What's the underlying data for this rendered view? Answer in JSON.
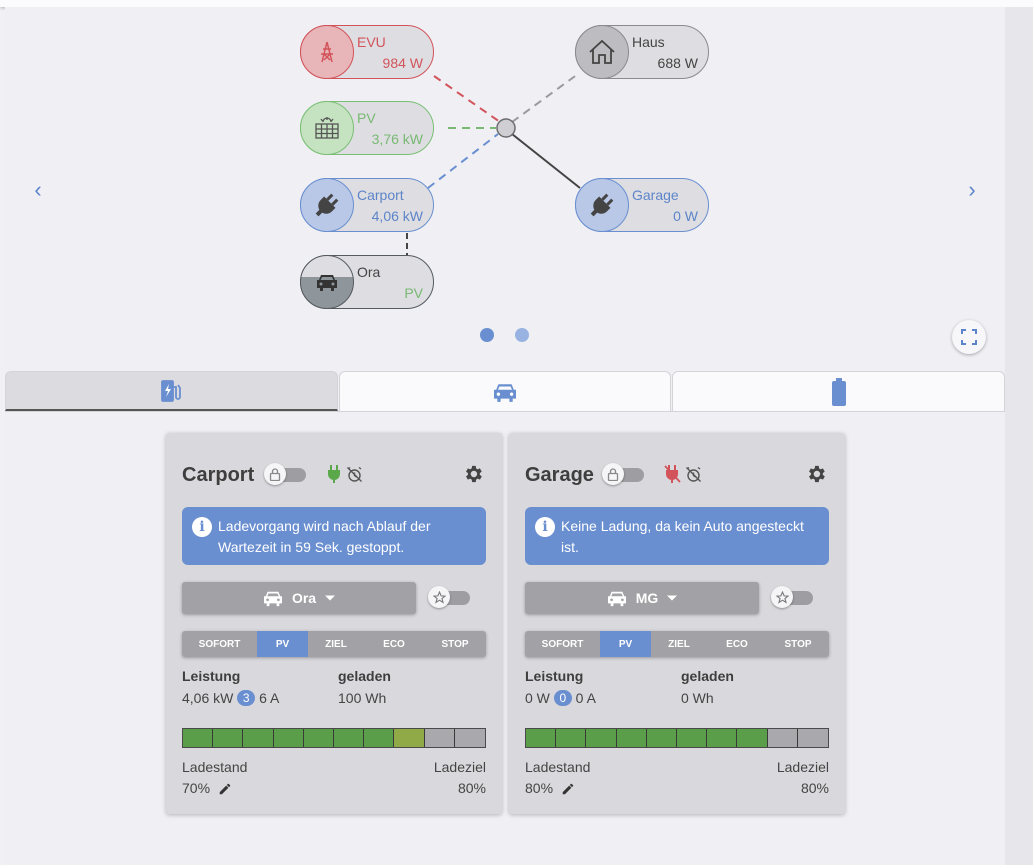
{
  "flow": {
    "nodes": {
      "evu": {
        "label": "EVU",
        "value": "984 W"
      },
      "pv": {
        "label": "PV",
        "value": "3,76 kW"
      },
      "carport": {
        "label": "Carport",
        "value": "4,06 kW"
      },
      "ora": {
        "label": "Ora",
        "value": "PV"
      },
      "haus": {
        "label": "Haus",
        "value": "688 W"
      },
      "garage": {
        "label": "Garage",
        "value": "0 W"
      }
    },
    "nav": {
      "prev": "‹",
      "next": "›"
    },
    "page_dots": 2
  },
  "tabs": [
    {
      "icon": "charge-point-icon",
      "active": true
    },
    {
      "icon": "car-icon",
      "active": false
    },
    {
      "icon": "battery-icon",
      "active": false
    }
  ],
  "cards": [
    {
      "title": "Carport",
      "plug_status": "plugged",
      "info": "Ladevorgang wird nach Ablauf der Wartezeit in 59 Sek. gestoppt.",
      "vehicle": "Ora",
      "modes": [
        "SOFORT",
        "PV",
        "ZIEL",
        "ECO",
        "STOP"
      ],
      "active_mode": "PV",
      "leistung_label": "Leistung",
      "leistung_value": "4,06 kW",
      "phases": "3",
      "current": "6 A",
      "geladen_label": "geladen",
      "geladen_value": "100 Wh",
      "soc_fraction": 0.7,
      "target_fraction": 0.8,
      "ladestand_label": "Ladestand",
      "ladestand_value": "70%",
      "ladeziel_label": "Ladeziel",
      "ladeziel_value": "80%"
    },
    {
      "title": "Garage",
      "plug_status": "unplugged",
      "info": "Keine Ladung, da kein Auto angesteckt ist.",
      "vehicle": "MG",
      "modes": [
        "SOFORT",
        "PV",
        "ZIEL",
        "ECO",
        "STOP"
      ],
      "active_mode": "PV",
      "leistung_label": "Leistung",
      "leistung_value": "0 W",
      "phases": "0",
      "current": "0 A",
      "geladen_label": "geladen",
      "geladen_value": "0 Wh",
      "soc_fraction": 0.8,
      "target_fraction": 0.8,
      "ladestand_label": "Ladestand",
      "ladestand_value": "80%",
      "ladeziel_label": "Ladeziel",
      "ladeziel_value": "80%"
    }
  ],
  "colors": {
    "accent": "#6a8fd0",
    "grid_red": "#d2535a",
    "pv_green": "#78b873",
    "soc_green": "#5a9e4a",
    "target_olive": "#8faa47"
  }
}
